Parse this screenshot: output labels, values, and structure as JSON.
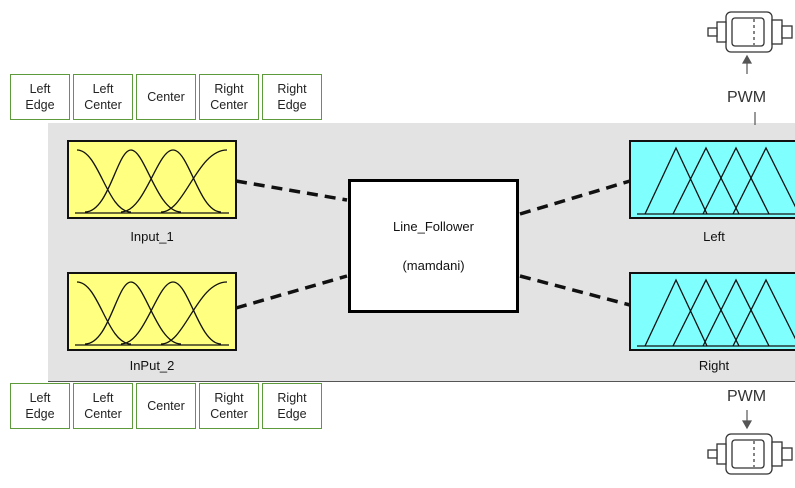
{
  "input_mf_labels": [
    "Left\nEdge",
    "Left\nCenter",
    "Center",
    "Right\nCenter",
    "Right\nEdge"
  ],
  "inputs": [
    {
      "name": "Input_1"
    },
    {
      "name": "InPut_2"
    }
  ],
  "outputs": [
    {
      "name": "Left"
    },
    {
      "name": "Right"
    }
  ],
  "engine": {
    "name": "Line_Follower",
    "type": "(mamdani)"
  },
  "signal_label": "PWM",
  "colors": {
    "input_fill": "#ffff80",
    "output_fill": "#80ffff",
    "label_border": "#5c9a3c",
    "panel": "#e3e3e3"
  }
}
